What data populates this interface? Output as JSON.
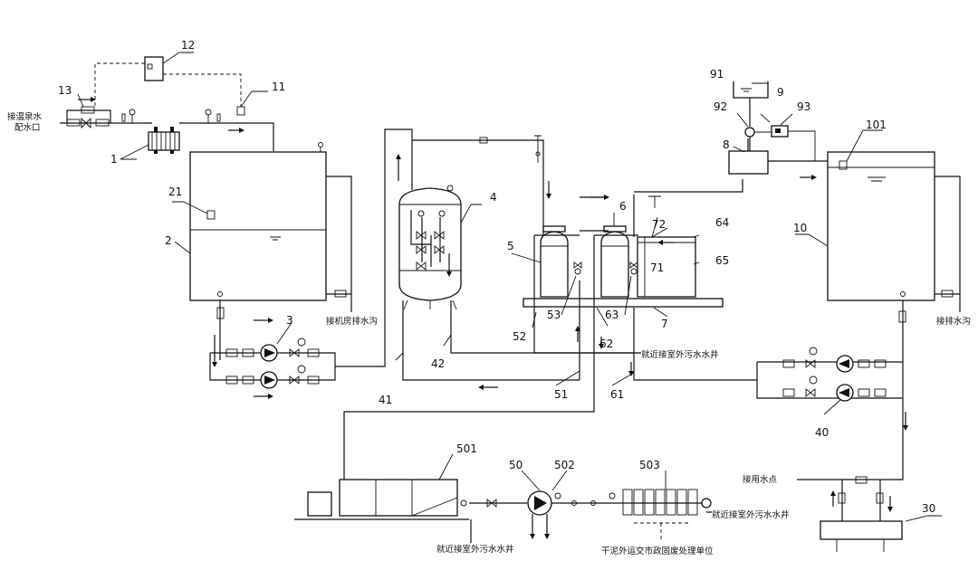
{
  "inlet_label": [
    "接温泉水",
    "配水口"
  ],
  "outlet_labels": {
    "machine_room_drain": "接机房排水沟",
    "drain_ditch": "接排水沟",
    "sewage_well_1": "就近接室外污水水井",
    "sewage_well_2": "就近接室外污水水井",
    "sewage_well_3": "就近接室外污水水井",
    "water_point": "接用水点",
    "sludge_disposal": "干泥外运交市政固废处理单位"
  },
  "callouts": {
    "n1": "1",
    "n2": "2",
    "n3": "3",
    "n4": "4",
    "n5": "5",
    "n6": "6",
    "n7": "7",
    "n8": "8",
    "n9": "9",
    "n10": "10",
    "n11": "11",
    "n12": "12",
    "n13": "13",
    "n21": "21",
    "n30": "30",
    "n40": "40",
    "n41": "41",
    "n42": "42",
    "n50": "50",
    "n51": "51",
    "n52": "52",
    "n53": "53",
    "n61": "61",
    "n62": "62",
    "n63": "63",
    "n64": "64",
    "n65": "65",
    "n71": "71",
    "n72": "72",
    "n91": "91",
    "n92": "92",
    "n93": "93",
    "n101": "101",
    "n501": "501",
    "n502": "502",
    "n503": "503"
  }
}
